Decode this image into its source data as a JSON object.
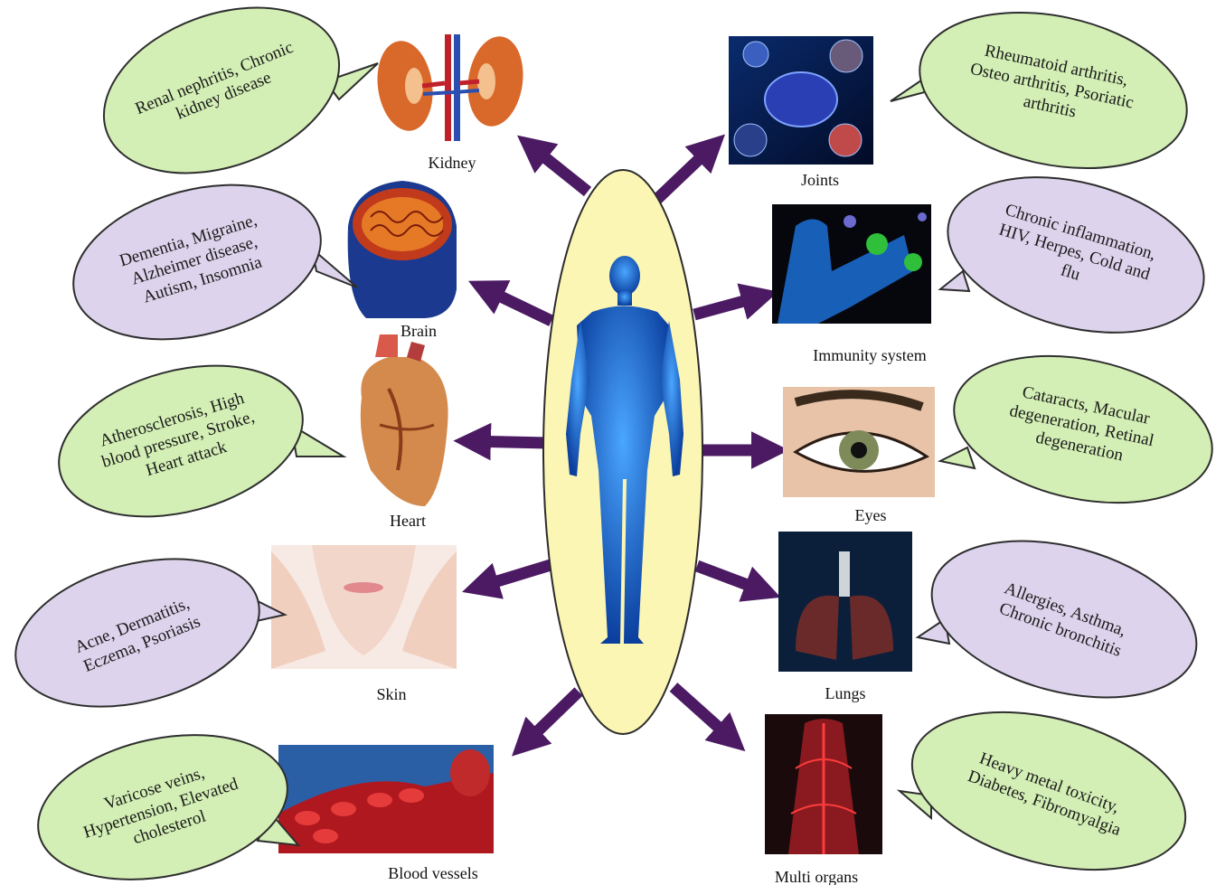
{
  "colors": {
    "bubble_green": "#d3efb5",
    "bubble_purple": "#ddd3ec",
    "bubble_stroke": "#2e2e2e",
    "center_ellipse": "#fbf6b4",
    "arrow": "#4b1a63",
    "body_blue": "#1f6fd1"
  },
  "center": {
    "label": "human-body-figure"
  },
  "organs": [
    {
      "id": "kidney",
      "label": "Kidney",
      "icon": "kidney-icon",
      "lines": [
        "Renal nephritis, Chronic",
        "kidney disease"
      ],
      "bubble_color": "green"
    },
    {
      "id": "brain",
      "label": "Brain",
      "icon": "brain-icon",
      "lines": [
        "Dementia, Migraine,",
        "Alzheimer disease,",
        "Autism, Insomnia"
      ],
      "bubble_color": "purple"
    },
    {
      "id": "heart",
      "label": "Heart",
      "icon": "heart-icon",
      "lines": [
        "Atherosclerosis, High",
        "blood pressure, Stroke,",
        "Heart attack"
      ],
      "bubble_color": "green"
    },
    {
      "id": "skin",
      "label": "Skin",
      "icon": "skin-icon",
      "lines": [
        "Acne, Dermatitis,",
        "Eczema, Psoriasis"
      ],
      "bubble_color": "purple"
    },
    {
      "id": "blood-vessels",
      "label": "Blood vessels",
      "icon": "blood-vessels-icon",
      "lines": [
        "Varicose veins,",
        "Hypertension, Elevated",
        "cholesterol"
      ],
      "bubble_color": "green"
    },
    {
      "id": "joints",
      "label": "Joints",
      "icon": "joints-icon",
      "lines": [
        "Rheumatoid arthritis,",
        "Osteo arthritis, Psoriatic",
        "arthritis"
      ],
      "bubble_color": "green"
    },
    {
      "id": "immunity",
      "label": "Immunity system",
      "icon": "immunity-icon",
      "lines": [
        "Chronic inflammation,",
        "HIV, Herpes, Cold and",
        "flu"
      ],
      "bubble_color": "purple"
    },
    {
      "id": "eyes",
      "label": "Eyes",
      "icon": "eye-icon",
      "lines": [
        "Cataracts, Macular",
        "degeneration, Retinal",
        "degeneration"
      ],
      "bubble_color": "green"
    },
    {
      "id": "lungs",
      "label": "Lungs",
      "icon": "lungs-icon",
      "lines": [
        "Allergies, Asthma,",
        "Chronic bronchitis"
      ],
      "bubble_color": "purple"
    },
    {
      "id": "multi-organs",
      "label": "Multi organs",
      "icon": "multi-organs-icon",
      "lines": [
        "Heavy metal toxicity,",
        "Diabetes,  Fibromyalgia"
      ],
      "bubble_color": "green"
    }
  ]
}
